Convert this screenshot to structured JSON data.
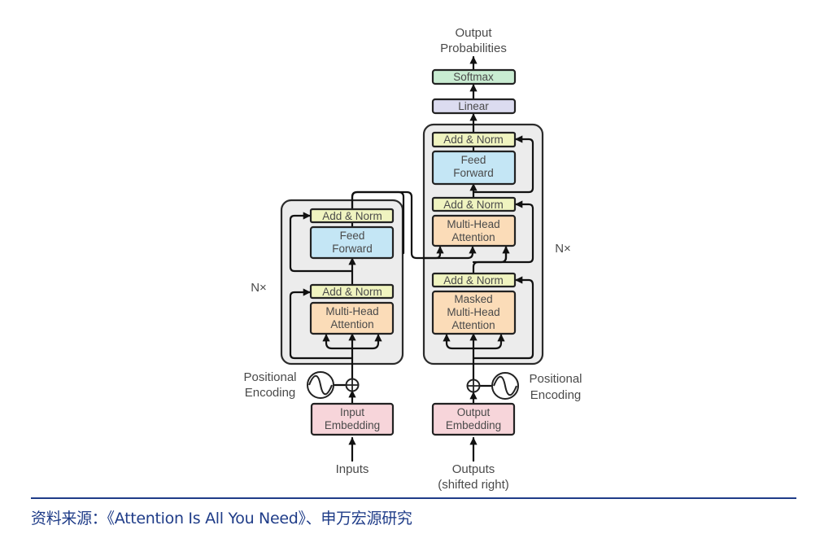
{
  "diagram": {
    "encoder": {
      "repeat_label": "N×",
      "add_norm_top": "Add & Norm",
      "feed_forward": [
        "Feed",
        "Forward"
      ],
      "add_norm_bottom": "Add & Norm",
      "multi_head_attention": [
        "Multi-Head",
        "Attention"
      ],
      "positional_encoding": [
        "Positional",
        "Encoding"
      ],
      "input_embedding": [
        "Input",
        "Embedding"
      ],
      "inputs_label": "Inputs"
    },
    "decoder": {
      "repeat_label": "N×",
      "add_norm_top": "Add & Norm",
      "feed_forward": [
        "Feed",
        "Forward"
      ],
      "add_norm_middle": "Add & Norm",
      "multi_head_attention": [
        "Multi-Head",
        "Attention"
      ],
      "add_norm_bottom": "Add & Norm",
      "masked_attention": [
        "Masked",
        "Multi-Head",
        "Attention"
      ],
      "positional_encoding": [
        "Positional",
        "Encoding"
      ],
      "output_embedding": [
        "Output",
        "Embedding"
      ],
      "outputs_label": [
        "Outputs",
        "(shifted right)"
      ]
    },
    "head": {
      "linear": "Linear",
      "softmax": "Softmax",
      "output_probabilities": [
        "Output",
        "Probabilities"
      ]
    },
    "colors": {
      "add_norm": "#f0f4c0",
      "feed_forward": "#c4e6f5",
      "attention": "#fbdcb8",
      "embedding": "#f7d5da",
      "linear": "#dcdcf0",
      "softmax": "#c9ecd2",
      "stack_bg": "#ececec"
    }
  },
  "footer": {
    "source": "资料来源：《Attention Is All You Need》、申万宏源研究"
  }
}
